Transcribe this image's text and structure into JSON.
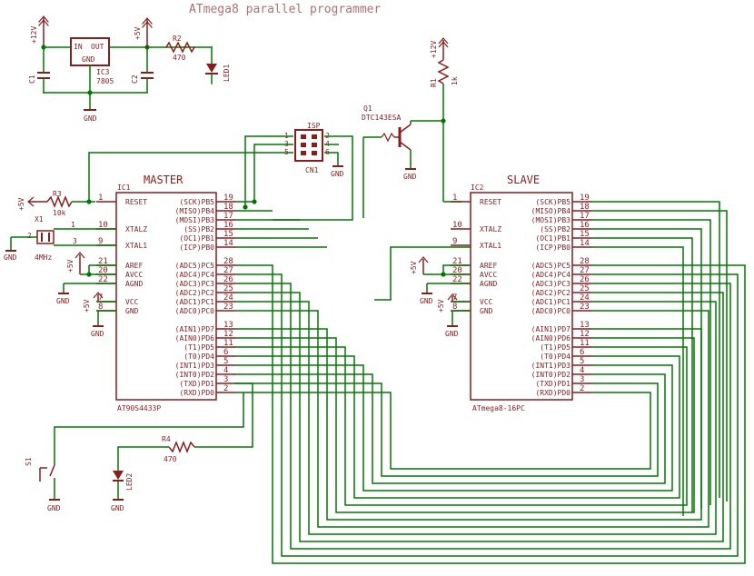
{
  "title": "ATmega8 parallel programmer",
  "colors": {
    "wire": "#007800",
    "part": "#8c1c1c",
    "label": "#8c1c1c",
    "title": "#b07070",
    "background": "#ffffff"
  },
  "power": {
    "ic3": {
      "name": "IC3",
      "value": "7805",
      "pin_in": "IN",
      "pin_out": "OUT",
      "pin_gnd": "GND"
    },
    "c1": "C1",
    "c2": "C2",
    "r2": {
      "name": "R2",
      "value": "470"
    },
    "led1": "LED1",
    "vin": "+12V",
    "vout": "+5V",
    "gnd": "GND"
  },
  "q1": {
    "name": "Q1",
    "value": "DTC143ESA"
  },
  "r1": {
    "name": "R1",
    "value": "1k",
    "supply": "+12V"
  },
  "isp": {
    "title": "ISP",
    "name": "CN1",
    "pins": [
      "1",
      "2",
      "3",
      "4",
      "5",
      "6"
    ],
    "gnd": "GND"
  },
  "master": {
    "heading": "MASTER",
    "ref": "IC1",
    "part": "AT90S4433P",
    "left_pins": [
      {
        "num": "1",
        "name": "RESET"
      },
      {
        "num": "10",
        "name": "XTALZ"
      },
      {
        "num": "9",
        "name": "XTAL1"
      },
      {
        "num": "21",
        "name": "AREF"
      },
      {
        "num": "20",
        "name": "AVCC"
      },
      {
        "num": "22",
        "name": "AGND"
      },
      {
        "num": "7",
        "name": "VCC"
      },
      {
        "num": "8",
        "name": "GND"
      }
    ],
    "right_pins": [
      {
        "num": "19",
        "name": "(SCK)PB5"
      },
      {
        "num": "18",
        "name": "(MISO)PB4"
      },
      {
        "num": "17",
        "name": "(MOSI)PB3"
      },
      {
        "num": "16",
        "name": "(SS)PB2"
      },
      {
        "num": "15",
        "name": "(OC1)PB1"
      },
      {
        "num": "14",
        "name": "(ICP)PB0"
      },
      {
        "num": "28",
        "name": "(ADC5)PC5"
      },
      {
        "num": "27",
        "name": "(ADC4)PC4"
      },
      {
        "num": "26",
        "name": "(ADC3)PC3"
      },
      {
        "num": "25",
        "name": "(ADC2)PC2"
      },
      {
        "num": "24",
        "name": "(ADC1)PC1"
      },
      {
        "num": "23",
        "name": "(ADC0)PC0"
      },
      {
        "num": "13",
        "name": "(AIN1)PD7"
      },
      {
        "num": "12",
        "name": "(AIN0)PD6"
      },
      {
        "num": "11",
        "name": "(T1)PD5"
      },
      {
        "num": "6",
        "name": "(T0)PD4"
      },
      {
        "num": "5",
        "name": "(INT1)PD3"
      },
      {
        "num": "4",
        "name": "(INT0)PD2"
      },
      {
        "num": "3",
        "name": "(TXD)PD1"
      },
      {
        "num": "2",
        "name": "(RXD)PD0"
      }
    ]
  },
  "slave": {
    "heading": "SLAVE",
    "ref": "IC2",
    "part": "ATmega8-16PC",
    "left_pins": [
      {
        "num": "1",
        "name": "RESET"
      },
      {
        "num": "10",
        "name": "XTALZ"
      },
      {
        "num": "9",
        "name": "XTAL1"
      },
      {
        "num": "21",
        "name": "AREF"
      },
      {
        "num": "20",
        "name": "AVCC"
      },
      {
        "num": "22",
        "name": "AGND"
      },
      {
        "num": "7",
        "name": "VCC"
      },
      {
        "num": "8",
        "name": "GND"
      }
    ],
    "right_pins": [
      {
        "num": "19",
        "name": "(SCK)PB5"
      },
      {
        "num": "18",
        "name": "(MISO)PB4"
      },
      {
        "num": "17",
        "name": "(MOSI)PB3"
      },
      {
        "num": "16",
        "name": "(SS)PB2"
      },
      {
        "num": "15",
        "name": "(OC1)PB1"
      },
      {
        "num": "14",
        "name": "(ICP)PB0"
      },
      {
        "num": "28",
        "name": "(ADC5)PC5"
      },
      {
        "num": "27",
        "name": "(ADC4)PC4"
      },
      {
        "num": "26",
        "name": "(ADC3)PC3"
      },
      {
        "num": "25",
        "name": "(ADC2)PC2"
      },
      {
        "num": "24",
        "name": "(ADC1)PC1"
      },
      {
        "num": "23",
        "name": "(ADC0)PC0"
      },
      {
        "num": "13",
        "name": "(AIN1)PD7"
      },
      {
        "num": "12",
        "name": "(AIN0)PD6"
      },
      {
        "num": "11",
        "name": "(T1)PD5"
      },
      {
        "num": "6",
        "name": "(T0)PD4"
      },
      {
        "num": "5",
        "name": "(INT1)PD3"
      },
      {
        "num": "4",
        "name": "(INT0)PD2"
      },
      {
        "num": "3",
        "name": "(TXD)PD1"
      },
      {
        "num": "2",
        "name": "(RXD)PD0"
      }
    ]
  },
  "r3": {
    "name": "R3",
    "value": "10k",
    "supply": "+5V"
  },
  "x1": {
    "name": "X1",
    "value": "4MHz",
    "pin_a": "1",
    "pin_b": "2",
    "gnd": "GND"
  },
  "r4": {
    "name": "R4",
    "value": "470"
  },
  "s1": {
    "name": "S1"
  },
  "led2": "LED2",
  "net": {
    "vcc": "+5V",
    "gnd": "GND"
  }
}
